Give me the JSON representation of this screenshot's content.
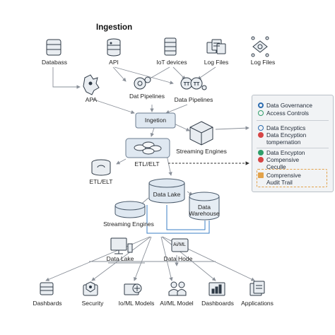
{
  "title": "Ingestion",
  "sources": [
    {
      "label": "Databass",
      "icon": "database-icon"
    },
    {
      "label": "API",
      "icon": "api-server-icon"
    },
    {
      "label": "IoT devices",
      "icon": "iot-device-icon"
    },
    {
      "label": "Log Files",
      "icon": "log-files-icon"
    },
    {
      "label": "Log Files",
      "icon": "log-files-network-icon"
    }
  ],
  "apa": {
    "label": "APA",
    "icon": "puzzle-icon"
  },
  "dat_pipelines": {
    "label": "Dat Pipelines",
    "icon": "pipeline-gears-icon"
  },
  "data_pipelines": {
    "label": "Data Pipelines",
    "icon": "pipeline-tt-icon"
  },
  "ingestion_box": {
    "label": "Ingetion"
  },
  "streaming_engines_top": {
    "label": "Streaming Engines",
    "icon": "cube-icon"
  },
  "etl_center": {
    "label": "ETL//ELT"
  },
  "etl_left": {
    "label": "ETL/ELT",
    "icon": "etl-drum-icon"
  },
  "data_lake_db": {
    "label": "Data Lake"
  },
  "data_warehouse_db": {
    "label": "Data\nWarehouse"
  },
  "streaming_engines_mid": {
    "label": "Streaming Engines"
  },
  "data_lake_bottom": {
    "label": "Data Lake",
    "icon": "computer-icon"
  },
  "data_hode": {
    "label": "Data Hode",
    "badge": "Ai/ML"
  },
  "consumers": [
    {
      "label": "Dashbards",
      "icon": "dashboard-icon"
    },
    {
      "label": "Security",
      "icon": "security-icon"
    },
    {
      "label": "Io/ML Models",
      "icon": "ml-models-icon"
    },
    {
      "label": "AI/ML Model",
      "icon": "users-icon"
    },
    {
      "label": "Dashboards",
      "icon": "dashboards-icon"
    },
    {
      "label": "Applications",
      "icon": "applications-icon"
    }
  ],
  "governance": {
    "items": [
      {
        "text": "Data Governance",
        "icon": "governance-icon",
        "color": "#2c6cb0"
      },
      {
        "text": "Access Controls",
        "icon": "check-icon",
        "color": "#2f9e6a"
      },
      {
        "text": "Data Encyptics",
        "icon": "encrypt-icon",
        "color": "#2c6cb0"
      },
      {
        "text": "Data Encyption",
        "sub": "tompernation",
        "icon": "alert-icon",
        "color": "#d64545"
      },
      {
        "text": "Data Encypton",
        "icon": "check-icon",
        "color": "#2f9e6a"
      },
      {
        "text": "Compensive",
        "sub": "Ceculle",
        "icon": "alert-icon",
        "color": "#d64545"
      },
      {
        "text": "Comprensive",
        "sub": "Audit Trail",
        "icon": "audit-icon",
        "color": "#e2a24a"
      }
    ]
  },
  "colors": {
    "line": "#8a9099",
    "accent_blue": "#3b7fc4",
    "box_fill": "#dfe8f1",
    "box_stroke": "#6b7c8f",
    "icon": "#2f3a46"
  }
}
